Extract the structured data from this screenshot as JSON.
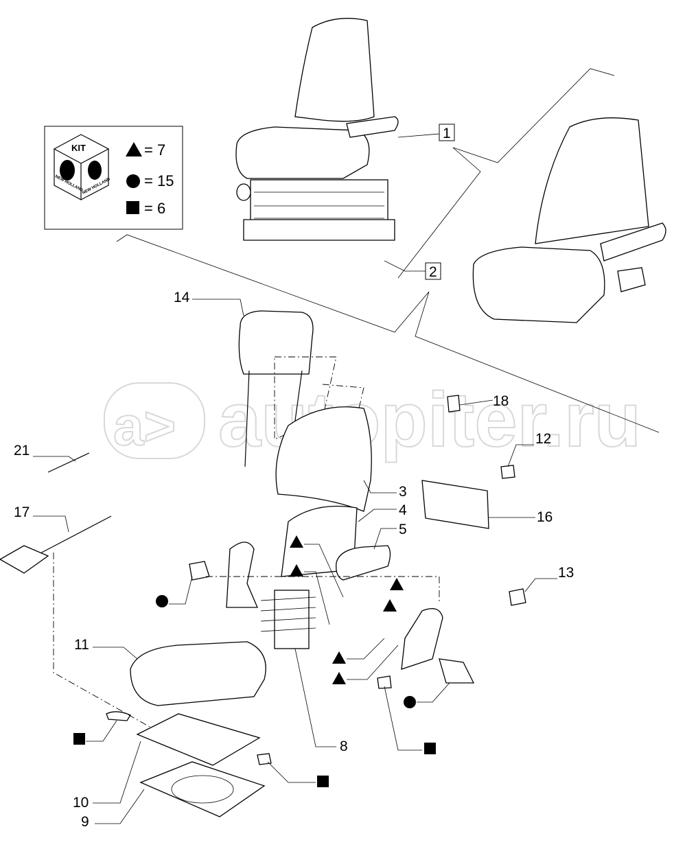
{
  "watermark": {
    "mark": "a>",
    "text": "autopiter.ru"
  },
  "kit_legend": {
    "cube_label": "KIT",
    "brand": "NEW HOLLAND",
    "entries": [
      {
        "symbol": "triangle",
        "text": "= 7"
      },
      {
        "symbol": "circle",
        "text": "= 15"
      },
      {
        "symbol": "square",
        "text": "= 6"
      }
    ]
  },
  "callouts": {
    "c1": "1",
    "c2": "2",
    "c3": "3",
    "c4": "4",
    "c5": "5",
    "c8": "8",
    "c9": "9",
    "c10": "10",
    "c11": "11",
    "c12": "12",
    "c13": "13",
    "c14": "14",
    "c16": "16",
    "c17": "17",
    "c18": "18",
    "c21": "21"
  }
}
